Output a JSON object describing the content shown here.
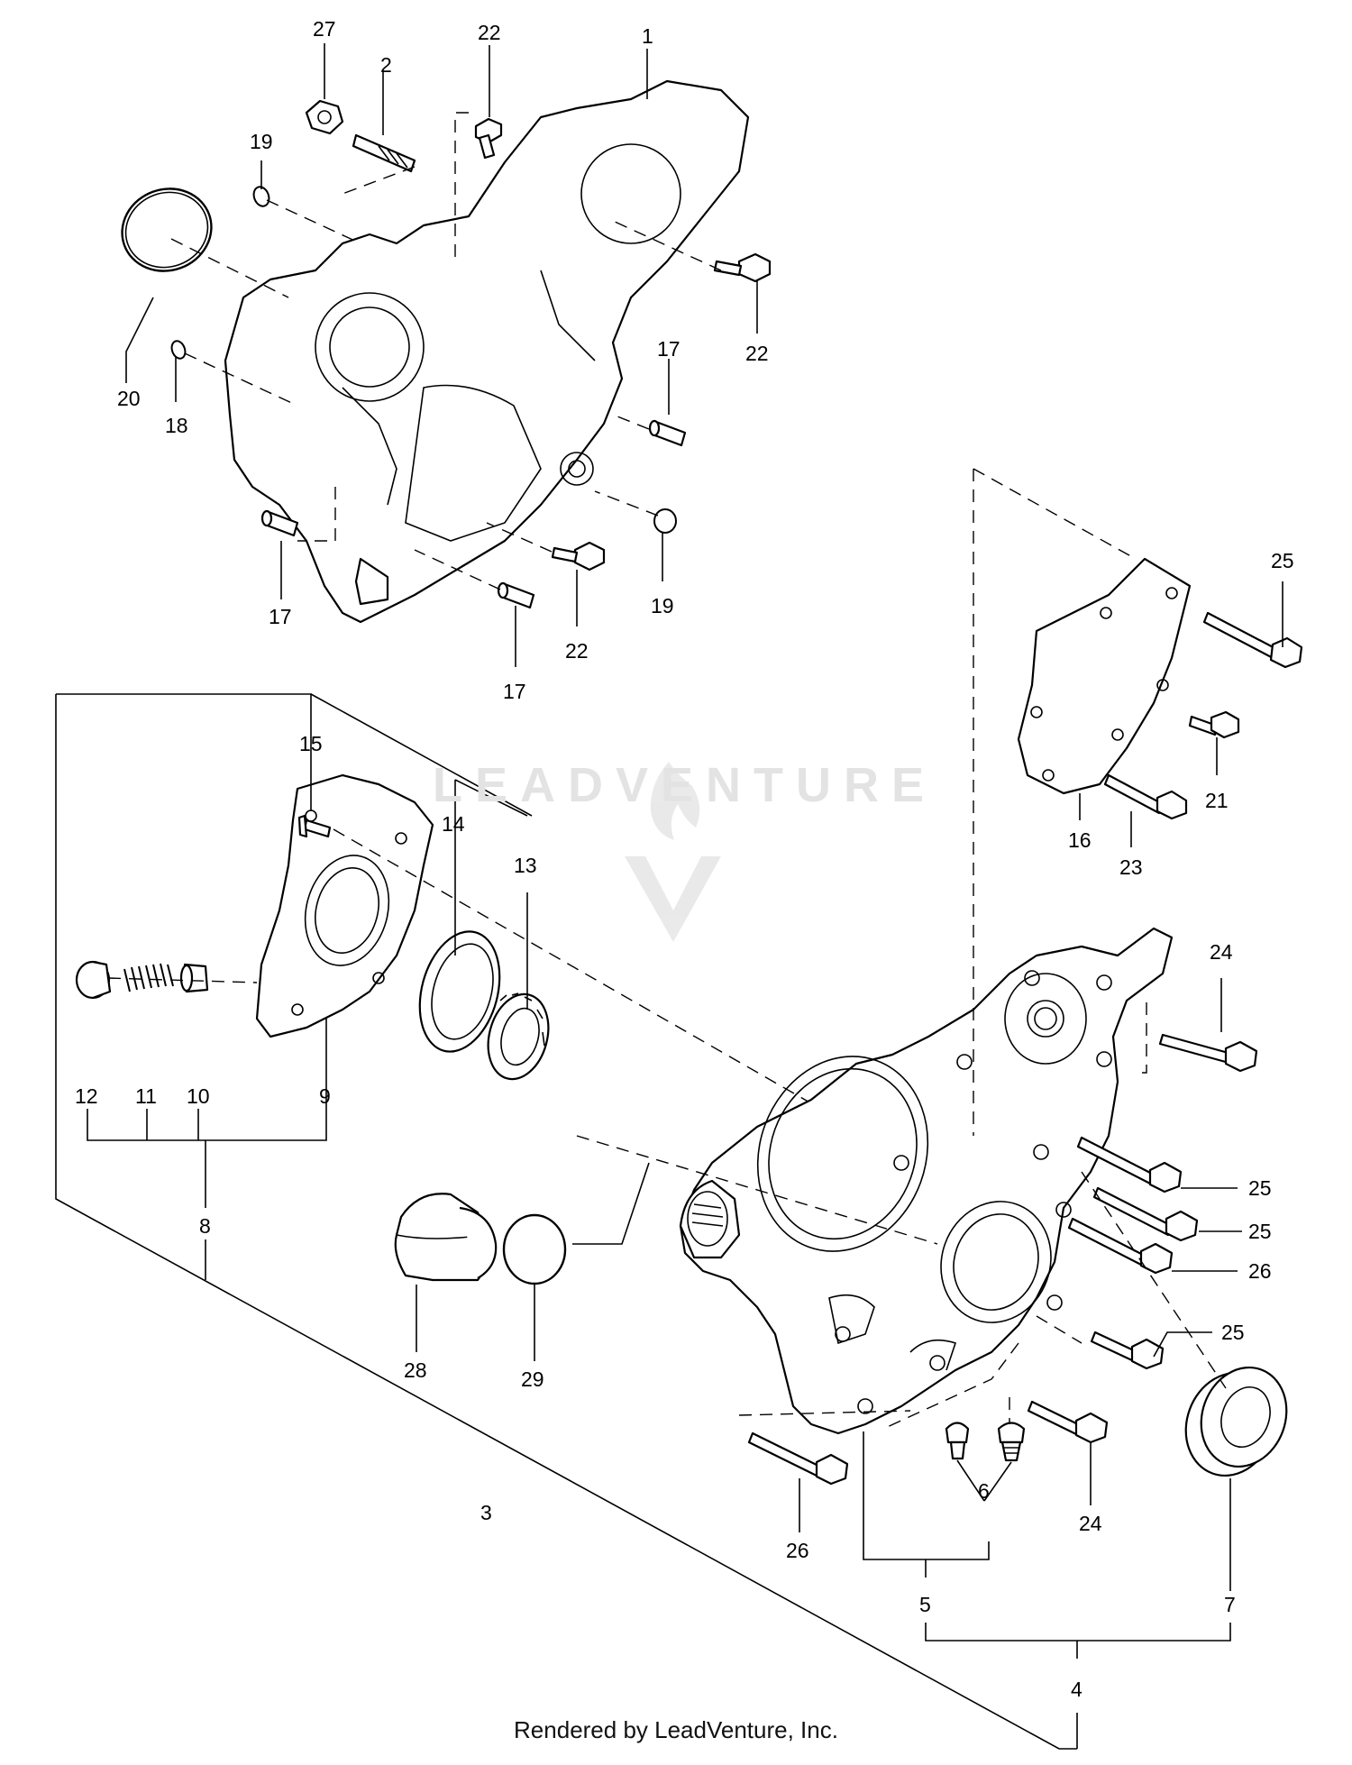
{
  "watermark": {
    "text": "LEADVENTURE"
  },
  "footer": {
    "text": "Rendered by LeadVenture, Inc."
  },
  "callouts": [
    "27",
    "2",
    "22",
    "1",
    "19",
    "20",
    "18",
    "17",
    "22",
    "17",
    "22",
    "17",
    "19",
    "15",
    "14",
    "13",
    "12",
    "11",
    "10",
    "9",
    "8",
    "28",
    "29",
    "3",
    "25",
    "21",
    "16",
    "23",
    "24",
    "25",
    "25",
    "26",
    "25",
    "24",
    "26",
    "6",
    "5",
    "7",
    "4"
  ]
}
